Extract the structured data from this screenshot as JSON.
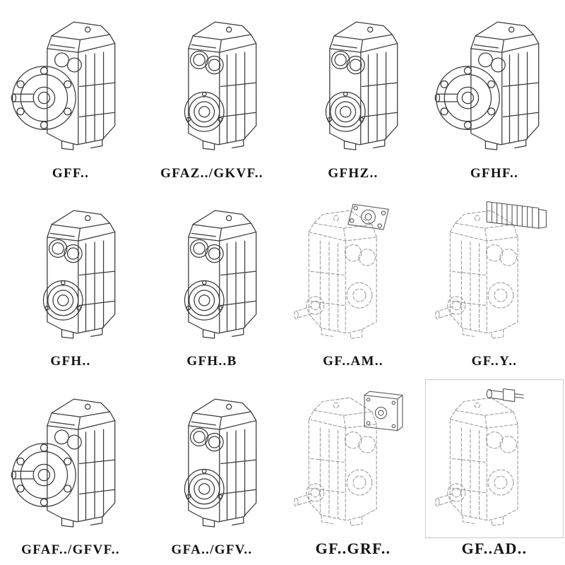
{
  "page": {
    "description": "Catalog sheet of helical gear unit line drawings, 4 x 3 grid of model variants"
  },
  "colors": {
    "paper": "#ffffff",
    "ink": "#3a3a3a",
    "ink_dashed": "#9a9a9a",
    "attach": "#5f5f5f"
  },
  "grid": {
    "items": [
      {
        "label": "GFF..",
        "drawing": "flange-mounted gear unit, solid line art"
      },
      {
        "label": "GFAZ../GKVF..",
        "drawing": "hollow shaft gear unit, solid line art"
      },
      {
        "label": "GFHZ..",
        "drawing": "hollow shaft gear unit, solid line art"
      },
      {
        "label": "GFHF..",
        "drawing": "flange-mounted gear unit, solid line art"
      },
      {
        "label": "GFH..",
        "drawing": "hollow shaft gear unit, solid line art"
      },
      {
        "label": "GFH..B",
        "drawing": "hollow shaft gear unit with base, solid line art"
      },
      {
        "label": "GF..AM..",
        "drawing": "gear unit with top mounting flange, dashed line art"
      },
      {
        "label": "GF..Y..",
        "drawing": "gear unit with mounted motor, dashed line art"
      },
      {
        "label": "GFAF../GFVF..",
        "drawing": "flange-mounted gear unit, solid line art"
      },
      {
        "label": "GFA../GFV..",
        "drawing": "hollow shaft gear unit, solid line art"
      },
      {
        "label": "GF..GRF..",
        "drawing": "gear unit with input adapter box, dashed line art"
      },
      {
        "label": "GF..AD..",
        "drawing": "gear unit with free input shaft, dashed line art"
      }
    ]
  }
}
